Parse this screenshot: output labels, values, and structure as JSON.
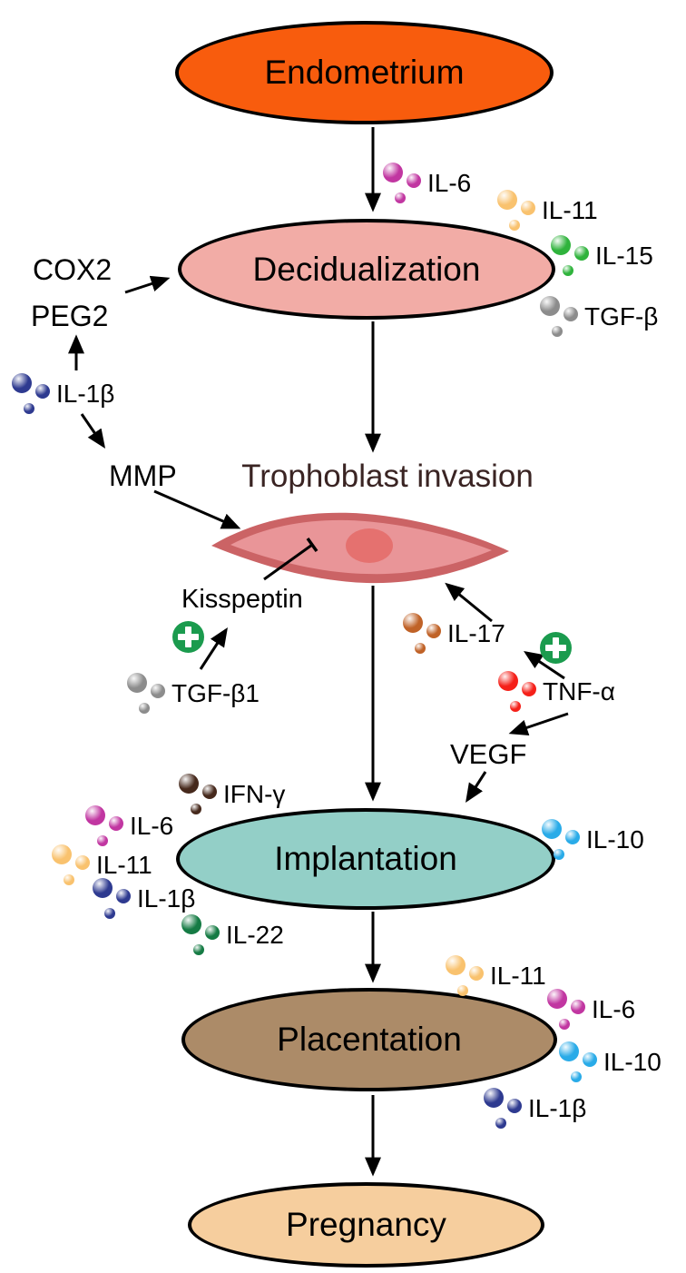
{
  "stages": {
    "endometrium": {
      "label": "Endometrium",
      "fill": "#F85C0D"
    },
    "decidualization": {
      "label": "Decidualization",
      "fill": "#F2ACA6"
    },
    "trophoblast_invasion": {
      "label": "Trophoblast invasion",
      "color": "#3A2423"
    },
    "implantation": {
      "label": "Implantation",
      "fill": "#93CFC7"
    },
    "placentation": {
      "label": "Placentation",
      "fill": "#AC8B68"
    },
    "pregnancy": {
      "label": "Pregnancy",
      "fill": "#F6CE9E"
    }
  },
  "annotations": {
    "cox2": "COX2",
    "peg2": "PEG2",
    "mmp": "MMP",
    "kisspeptin": "Kisspeptin",
    "vegf": "VEGF"
  },
  "molecules": {
    "il6_top": {
      "label": "IL-6",
      "color": "#C136A1"
    },
    "il11_top": {
      "label": "IL-11",
      "color": "#F9C26E"
    },
    "il15": {
      "label": "IL-15",
      "color": "#2FB33C"
    },
    "tgfb_decidualization": {
      "label": "TGF-β",
      "color": "#8C8C8C"
    },
    "il1b_left": {
      "label": "IL-1β",
      "color": "#2E3A90"
    },
    "tgfb1": {
      "label": "TGF-β1",
      "color": "#8C8C8C"
    },
    "il17": {
      "label": "IL-17",
      "color": "#C06227"
    },
    "tnfa": {
      "label": "TNF-α",
      "color": "#F52019"
    },
    "ifng": {
      "label": "IFN-γ",
      "color": "#46291C"
    },
    "il6_implantation": {
      "label": "IL-6",
      "color": "#C136A1"
    },
    "il11_implantation": {
      "label": "IL-11",
      "color": "#F9C26E"
    },
    "il1b_implantation": {
      "label": "IL-1β",
      "color": "#2E3A90"
    },
    "il22": {
      "label": "IL-22",
      "color": "#157B44"
    },
    "il10_implantation": {
      "label": "IL-10",
      "color": "#29ABE8"
    },
    "il11_placentation": {
      "label": "IL-11",
      "color": "#F9C26E"
    },
    "il6_placentation": {
      "label": "IL-6",
      "color": "#C136A1"
    },
    "il10_placentation": {
      "label": "IL-10",
      "color": "#29ABE8"
    },
    "il1b_placentation": {
      "label": "IL-1β",
      "color": "#2E3A90"
    }
  },
  "icons": {
    "stimulation_plus": {
      "glyph": "+",
      "color": "#1B9B4E"
    }
  },
  "cell": {
    "outer": "#CB6365",
    "inner": "#E99598",
    "nucleus": "#E5716F"
  }
}
